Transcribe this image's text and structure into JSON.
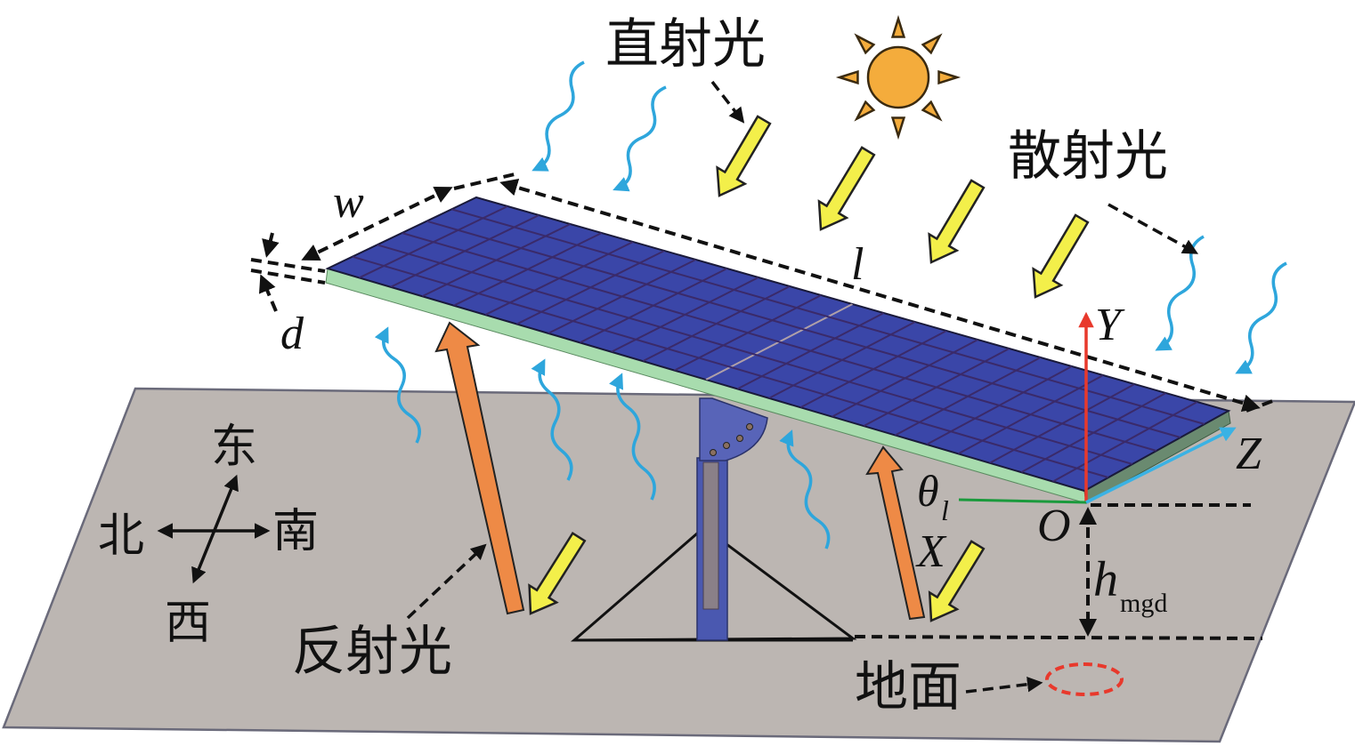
{
  "labels": {
    "direct_light": "直射光",
    "diffuse_light": "散射光",
    "reflected_light": "反射光",
    "ground": "地面"
  },
  "compass": {
    "east": "东",
    "west": "西",
    "south": "南",
    "north": "北"
  },
  "dimensions": {
    "width": "w",
    "length": "l",
    "thickness": "d",
    "height_symbol": "h",
    "height_subscript": "mgd",
    "tilt_symbol": "θ",
    "tilt_subscript": "l"
  },
  "axes": {
    "x": "X",
    "y": "Y",
    "z": "Z",
    "origin": "O"
  },
  "colors": {
    "ground": "#bcb6b2",
    "panel": "#3a46a8",
    "panel_grid": "#3a2a6a",
    "panel_edge": "#a8dcae",
    "direct_arrow": "#f3ef4a",
    "reflected_arrow": "#ee8a46",
    "diffuse_wave": "#2ea6dc",
    "sun": "#f4ac3c",
    "y_axis": "#e8392c",
    "x_axis": "#1a9a3c",
    "z_axis": "#3ab2e4",
    "ground_marker": "#e8392c",
    "support": "#4a58b0"
  }
}
